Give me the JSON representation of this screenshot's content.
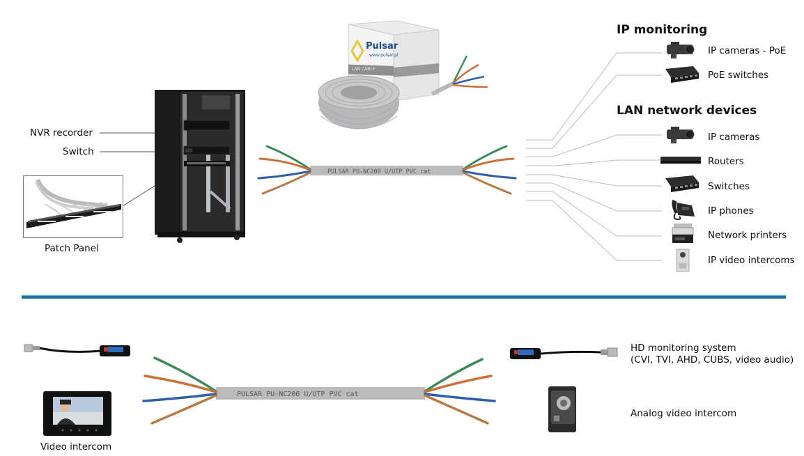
{
  "top_section": {
    "rack": {
      "labels": {
        "nvr": "NVR recorder",
        "switch": "Switch",
        "patch_panel": "Patch Panel"
      }
    },
    "cable_box": {
      "brand": "Pulsar",
      "url": "www.pulsar.pl",
      "side_text": "LAN CABLE"
    },
    "cable_print": "PULSAR PU-NC200 U/UTP PVC cat",
    "ip_monitoring": {
      "title": "IP monitoring",
      "items": [
        {
          "label": "IP cameras - PoE",
          "icon": "ip-camera-icon"
        },
        {
          "label": "PoE switches",
          "icon": "poe-switch-icon"
        }
      ]
    },
    "lan_devices": {
      "title": "LAN network devices",
      "items": [
        {
          "label": "IP cameras",
          "icon": "ip-camera-icon"
        },
        {
          "label": "Routers",
          "icon": "router-icon"
        },
        {
          "label": "Switches",
          "icon": "switch-icon"
        },
        {
          "label": "IP phones",
          "icon": "ip-phone-icon"
        },
        {
          "label": "Network printers",
          "icon": "printer-icon"
        },
        {
          "label": "IP video intercoms",
          "icon": "video-intercom-icon"
        }
      ]
    }
  },
  "bottom_section": {
    "cable_print": "PULSAR PU-NC200 U/UTP PVC cat",
    "left": {
      "video_intercom": "Video intercom"
    },
    "right": {
      "hd_line1": "HD monitoring system",
      "hd_line2": "(CVI, TVI, AHD, CUBS, video audio)",
      "analog_intercom": "Analog video intercom"
    }
  },
  "colors": {
    "divider": "#1f6fa3",
    "wire_green": "#3a8a5a",
    "wire_orange": "#c8733a",
    "wire_blue": "#2e5fa8",
    "wire_brown": "#b87a45",
    "cable_jacket": "#b9bbbd",
    "pulsar_yellow": "#e2c93a",
    "pulsar_blue": "#1f4e8c"
  }
}
